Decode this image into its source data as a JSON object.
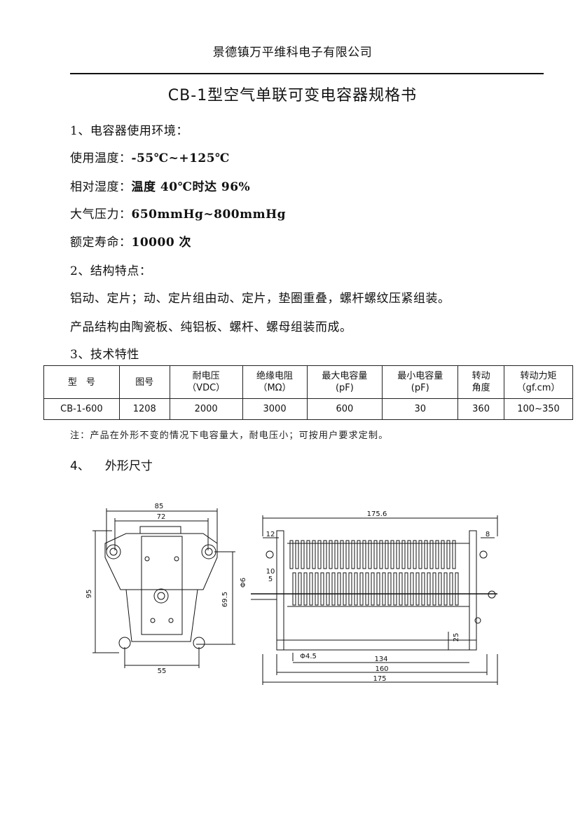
{
  "header": {
    "company": "景德镇万平维科电子有限公司"
  },
  "title": "CB-1型空气单联可变电容器规格书",
  "section1": {
    "heading": "1、电容器使用环境：",
    "rows": [
      {
        "label": "使用温度：",
        "value": "-55℃~+125℃"
      },
      {
        "label": "相对湿度：",
        "value": "温度 40℃时达 96%"
      },
      {
        "label": "大气压力：",
        "value": "650mmHg~800mmHg"
      },
      {
        "label": "额定寿命：",
        "value": "10000 次"
      }
    ]
  },
  "section2": {
    "heading": "2、结构特点：",
    "lines": [
      "铝动、定片；动、定片组由动、定片，垫圈重叠，螺杆螺纹压紧组装。",
      "产品结构由陶瓷板、纯铝板、螺杆、螺母组装而成。"
    ]
  },
  "section3": {
    "heading": "3、技术特性",
    "table": {
      "headers": [
        [
          "型　号",
          ""
        ],
        [
          "图号",
          ""
        ],
        [
          "耐电压",
          "（VDC）"
        ],
        [
          "绝缘电阻",
          "（MΩ）"
        ],
        [
          "最大电容量",
          "(pF)"
        ],
        [
          "最小电容量",
          "(pF)"
        ],
        [
          "转动",
          "角度"
        ],
        [
          "转动力矩",
          "（gf.cm）"
        ]
      ],
      "rows": [
        [
          "CB-1-600",
          "1208",
          "2000",
          "3000",
          "600",
          "30",
          "360",
          "100~350"
        ]
      ]
    },
    "note": "注：产品在外形不变的情况下电容量大，耐电压小；可按用户要求定制。"
  },
  "section4": {
    "num": "4、",
    "heading": "外形尺寸"
  },
  "drawing": {
    "front": {
      "w85": "85",
      "w72": "72",
      "h95": "95",
      "h695": "69.5",
      "w55": "55"
    },
    "side": {
      "l1756": "175.6",
      "d12": "12",
      "d8": "8",
      "d10": "10",
      "d5": "5",
      "phi6": "Φ6",
      "d25": "25",
      "phi45": "Φ4.5",
      "l134": "134",
      "l160": "160",
      "l175": "175"
    }
  }
}
